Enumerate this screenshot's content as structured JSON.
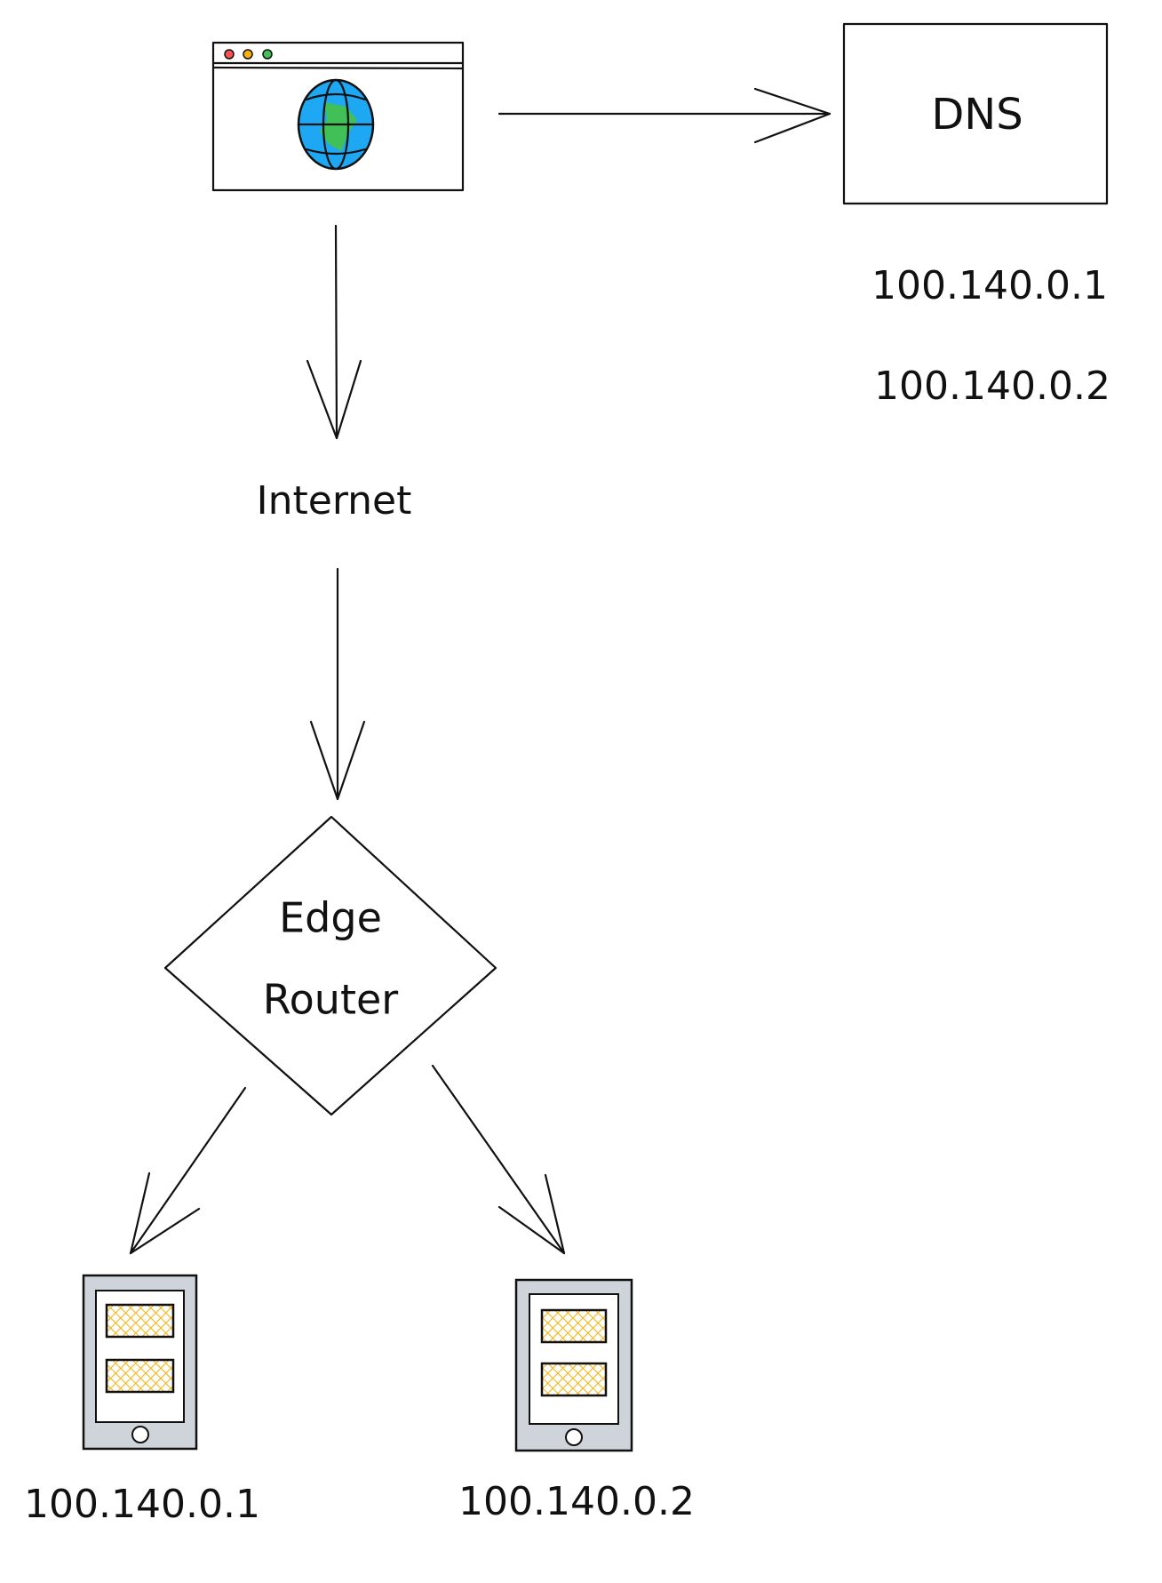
{
  "diagram": {
    "dns": {
      "label": "DNS",
      "records": [
        "100.140.0.1",
        "100.140.0.2"
      ]
    },
    "internet": {
      "label": "Internet"
    },
    "router": {
      "line1": "Edge",
      "line2": "Router"
    },
    "devices": [
      {
        "ip": "100.140.0.1"
      },
      {
        "ip": "100.140.0.2"
      }
    ]
  },
  "colors": {
    "globe_blue": "#1ea7f2",
    "globe_green": "#40c057",
    "hatch": "#fab005",
    "device_gray": "#ced4da"
  }
}
